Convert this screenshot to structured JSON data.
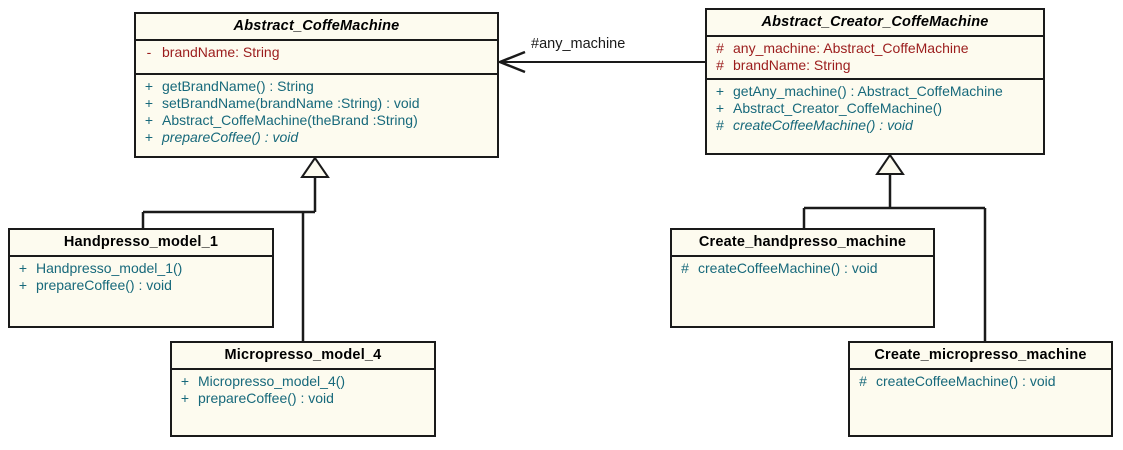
{
  "diagram": {
    "kind": "uml-class-diagram",
    "colors": {
      "class_fill": "#fdfbef",
      "class_border": "#1a1a1a",
      "attribute_text": "#9b1c1c",
      "method_text": "#17697b",
      "title_text": "#000000",
      "edge": "#1a1a1a",
      "background": "#ffffff"
    }
  },
  "classes": {
    "abstract_coffemachine": {
      "name": "Abstract_CoffeMachine",
      "attributes": [
        {
          "visibility": "-",
          "text": "brandName:  String"
        }
      ],
      "methods": [
        {
          "visibility": "+",
          "text": "getBrandName() : String",
          "abstract": false
        },
        {
          "visibility": "+",
          "text": "setBrandName(brandName :String) : void",
          "abstract": false
        },
        {
          "visibility": "+",
          "text": "Abstract_CoffeMachine(theBrand :String)",
          "abstract": false
        },
        {
          "visibility": "+",
          "text": "prepareCoffee() : void",
          "abstract": true
        }
      ]
    },
    "abstract_creator_coffemachine": {
      "name": "Abstract_Creator_CoffeMachine",
      "attributes": [
        {
          "visibility": "#",
          "text": "any_machine:  Abstract_CoffeMachine"
        },
        {
          "visibility": "#",
          "text": "brandName:  String"
        }
      ],
      "methods": [
        {
          "visibility": "+",
          "text": "getAny_machine() : Abstract_CoffeMachine",
          "abstract": false
        },
        {
          "visibility": "+",
          "text": "Abstract_Creator_CoffeMachine()",
          "abstract": false
        },
        {
          "visibility": "#",
          "text": "createCoffeeMachine() : void",
          "abstract": true
        }
      ]
    },
    "handpresso_model_1": {
      "name": "Handpresso_model_1",
      "attributes": [],
      "methods": [
        {
          "visibility": "+",
          "text": "Handpresso_model_1()",
          "abstract": false
        },
        {
          "visibility": "+",
          "text": "prepareCoffee() : void",
          "abstract": false
        }
      ]
    },
    "micropresso_model_4": {
      "name": "Micropresso_model_4",
      "attributes": [],
      "methods": [
        {
          "visibility": "+",
          "text": "Micropresso_model_4()",
          "abstract": false
        },
        {
          "visibility": "+",
          "text": "prepareCoffee() : void",
          "abstract": false
        }
      ]
    },
    "create_handpresso_machine": {
      "name": "Create_handpresso_machine",
      "attributes": [],
      "methods": [
        {
          "visibility": "#",
          "text": "createCoffeeMachine() : void",
          "abstract": false
        }
      ]
    },
    "create_micropresso_machine": {
      "name": "Create_micropresso_machine",
      "attributes": [],
      "methods": [
        {
          "visibility": "#",
          "text": "createCoffeeMachine() : void",
          "abstract": false
        }
      ]
    }
  },
  "relationships": {
    "association_any_machine": {
      "label": "#any_machine",
      "from": "Abstract_Creator_CoffeMachine",
      "to": "Abstract_CoffeMachine",
      "type": "association-directed"
    },
    "generalizations": [
      {
        "from": "Handpresso_model_1",
        "to": "Abstract_CoffeMachine"
      },
      {
        "from": "Micropresso_model_4",
        "to": "Abstract_CoffeMachine"
      },
      {
        "from": "Create_handpresso_machine",
        "to": "Abstract_Creator_CoffeMachine"
      },
      {
        "from": "Create_micropresso_machine",
        "to": "Abstract_Creator_CoffeMachine"
      }
    ]
  }
}
